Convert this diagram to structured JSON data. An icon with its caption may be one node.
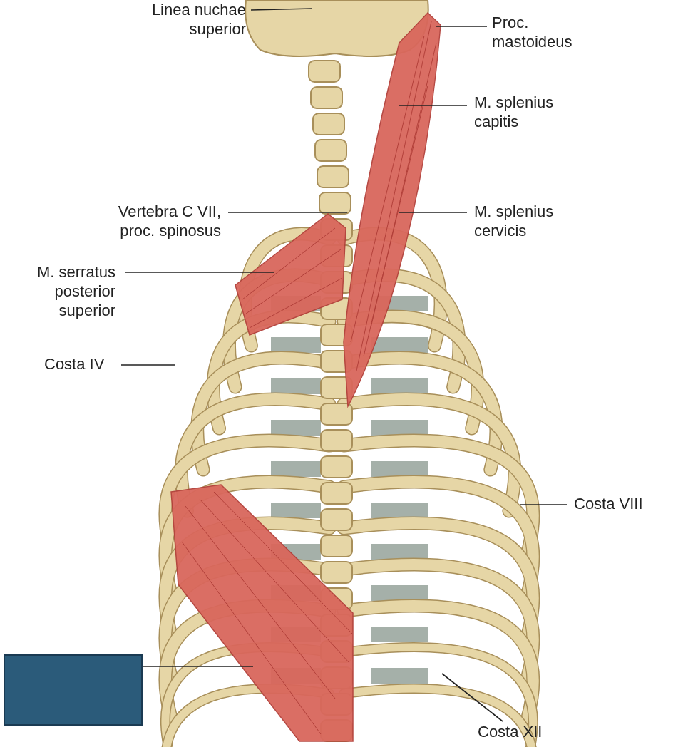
{
  "diagram": {
    "nodes": [
      {
        "text": [
          "Linea nuchae superior"
        ]
      },
      {
        "text": [
          "Proc. mastoideus"
        ]
      },
      {
        "text": [
          "M. splenius capitis"
        ]
      },
      {
        "text": [
          "Vertebra C VII, proc. spinosus"
        ]
      },
      {
        "text": [
          "M. serratus posterior superior"
        ]
      },
      {
        "text": [
          "M. splenius cervicis"
        ]
      },
      {
        "text": [
          "Costa IV"
        ]
      },
      {
        "text": [
          "Costa VIII"
        ]
      },
      {
        "text": [
          "Costa XII"
        ]
      },
      {
        "text": [],
        "shape": "box"
      }
    ],
    "edges": [
      {
        "from": 0,
        "to": null,
        "arrow": "none"
      },
      {
        "from": 1,
        "to": null,
        "arrow": "none"
      },
      {
        "from": 2,
        "to": null,
        "arrow": "none"
      },
      {
        "from": 3,
        "to": null,
        "arrow": "none"
      },
      {
        "from": 4,
        "to": null,
        "arrow": "none"
      },
      {
        "from": 5,
        "to": null,
        "arrow": "none"
      },
      {
        "from": 6,
        "to": null,
        "arrow": "none"
      },
      {
        "from": 7,
        "to": null,
        "arrow": "none"
      },
      {
        "from": 8,
        "to": null,
        "arrow": "none"
      },
      {
        "from": 9,
        "to": null,
        "arrow": "none"
      }
    ]
  }
}
